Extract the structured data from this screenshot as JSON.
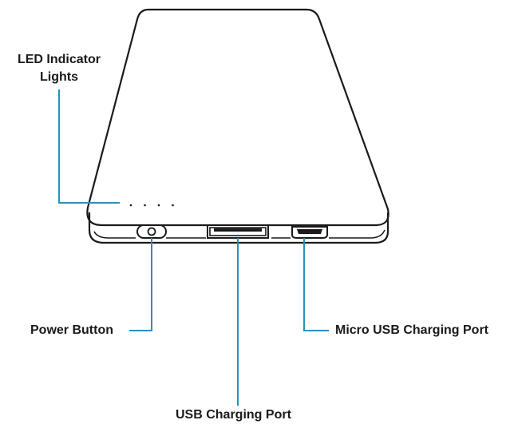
{
  "colors": {
    "outline": "#1a1a1a",
    "callout_line": "#2a8fb8",
    "label_text": "#1a1a1a"
  },
  "labels": {
    "led_line1": "LED Indicator",
    "led_line2": "Lights",
    "power_button": "Power Button",
    "micro_usb_port": "Micro USB Charging Port",
    "usb_port": "USB Charging Port"
  },
  "indicator_light_count": 4
}
